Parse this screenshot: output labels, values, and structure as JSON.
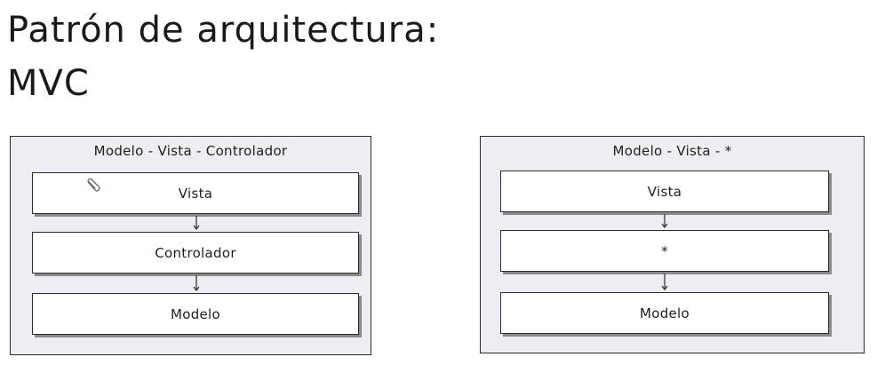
{
  "title": {
    "line1": "Patrón de arquitectura:",
    "line2": "MVC"
  },
  "left_panel": {
    "title": "Modelo - Vista - Controlador",
    "boxes": [
      "Vista",
      "Controlador",
      "Modelo"
    ]
  },
  "right_panel": {
    "title": "Modelo - Vista - *",
    "boxes": [
      "Vista",
      "*",
      "Modelo"
    ]
  },
  "colors": {
    "panel_fill": "#eceef1",
    "box_fill": "#ffffff",
    "stroke": "#2b2b2b",
    "shadow": "#8a8a8a"
  },
  "icons": [
    "paperclip-icon",
    "arrow-down-icon"
  ]
}
